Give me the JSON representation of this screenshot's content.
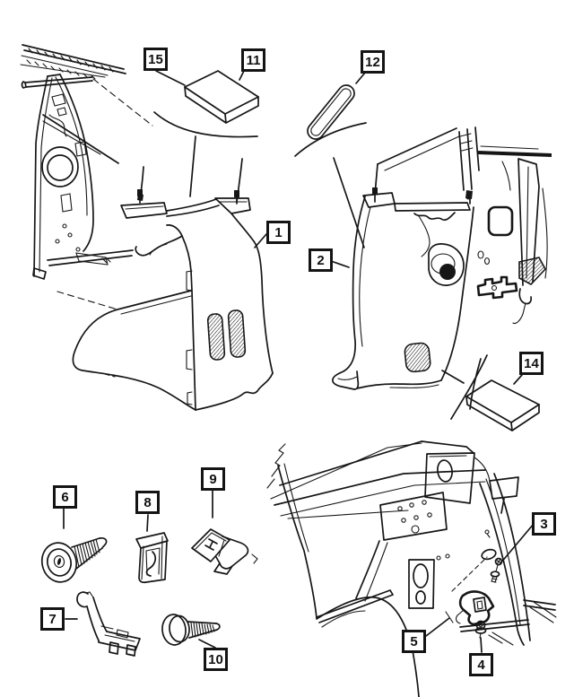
{
  "diagram": {
    "kind": "auto-parts-line-diagram",
    "subject": "quarter trim panel and fasteners",
    "colors": {
      "line": "#161616",
      "background": "#ffffff"
    },
    "callouts": {
      "c1": "1",
      "c2": "2",
      "c3": "3",
      "c4": "4",
      "c5": "5",
      "c6": "6",
      "c7": "7",
      "c8": "8",
      "c9": "9",
      "c10": "10",
      "c11": "11",
      "c12": "12",
      "c14": "14",
      "c15": "15"
    }
  }
}
